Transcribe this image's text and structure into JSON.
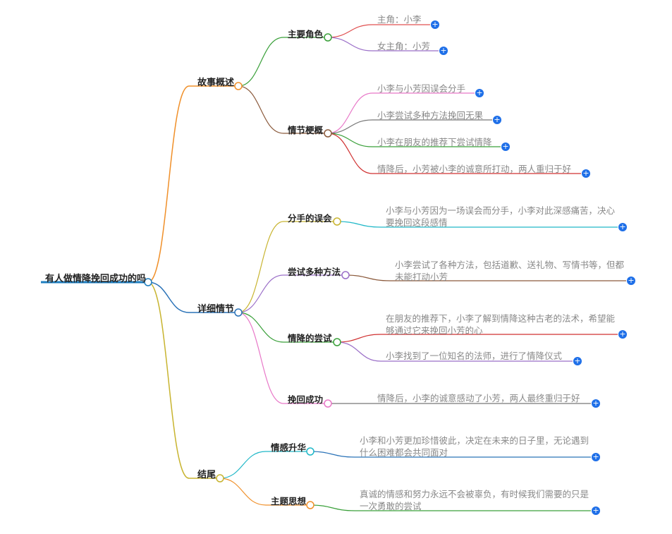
{
  "colors": {
    "root": "#1f7fc0",
    "story": "#f0902a",
    "detail": "#2b73b8",
    "ending": "#c8b430",
    "expand": "#1e6fe8"
  },
  "root": {
    "label": "有人做情降挽回成功的吗"
  },
  "branches": [
    {
      "label": "故事概述",
      "color": "#f0902a",
      "children": [
        {
          "label": "主要角色",
          "color": "#3aa03a",
          "leaves": [
            {
              "text": "主角：小李",
              "color": "#e05050"
            },
            {
              "text": "女主角：小芳",
              "color": "#9b6fc8"
            }
          ]
        },
        {
          "label": "情节梗概",
          "color": "#8b5a3c",
          "leaves": [
            {
              "text": "小李与小芳因误会分手",
              "color": "#e878c8"
            },
            {
              "text": "小李尝试多种方法挽回无果",
              "color": "#777777"
            },
            {
              "text": "小李在朋友的推荐下尝试情降",
              "color": "#3aa03a"
            },
            {
              "text": "情降后，小芳被小李的诚意所打动，两人重归于好",
              "color": "#d03030"
            }
          ]
        }
      ]
    },
    {
      "label": "详细情节",
      "color": "#2b73b8",
      "children": [
        {
          "label": "分手的误会",
          "color": "#c8b430",
          "leaves": [
            {
              "text": "小李与小芳因为一场误会而分手，小李对此深感痛苦，决心要挽回这段感情",
              "color": "#20b8c8"
            }
          ]
        },
        {
          "label": "尝试多种方法",
          "color": "#9b6fc8",
          "leaves": [
            {
              "text": "小李尝试了各种方法，包括道歉、送礼物、写情书等，但都未能打动小芳",
              "color": "#8b5a3c"
            }
          ]
        },
        {
          "label": "情降的尝试",
          "color": "#3aa03a",
          "leaves": [
            {
              "text": "在朋友的推荐下，小李了解到情降这种古老的法术，希望能够通过它来挽回小芳的心",
              "color": "#d03030"
            },
            {
              "text": "小李找到了一位知名的法师，进行了情降仪式",
              "color": "#9b6fc8"
            }
          ]
        },
        {
          "label": "挽回成功",
          "color": "#e878c8",
          "leaves": [
            {
              "text": "情降后，小李的诚意感动了小芳，两人最终重归于好",
              "color": "#777777"
            }
          ]
        }
      ]
    },
    {
      "label": "结尾",
      "color": "#c8b430",
      "children": [
        {
          "label": "情感升华",
          "color": "#20b8c8",
          "leaves": [
            {
              "text": "小李和小芳更加珍惜彼此，决定在未来的日子里，无论遇到什么困难都会共同面对",
              "color": "#2b73b8"
            }
          ]
        },
        {
          "label": "主题思想",
          "color": "#f0902a",
          "leaves": [
            {
              "text": "真诚的情感和努力永远不会被辜负，有时候我们需要的只是一次勇敢的尝试",
              "color": "#3aa03a"
            }
          ]
        }
      ]
    }
  ],
  "expand_symbol": "+"
}
